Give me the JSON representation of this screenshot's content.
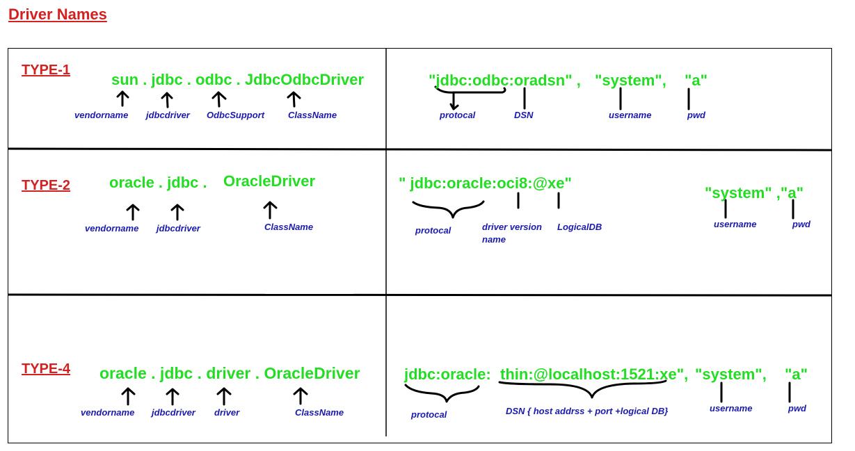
{
  "title": "Driver Names",
  "rows": [
    {
      "type_label": "TYPE-1",
      "driver_class": "sun . jdbc . odbc . JdbcOdbcDriver",
      "driver_parts": [
        "vendorname",
        "jdbcdriver",
        "OdbcSupport",
        "ClassName"
      ],
      "url": "\"jdbc:odbc:oradsn\"  ,",
      "user_value": "\"system\",",
      "pwd_value": "\"a\"",
      "url_parts": [
        "protocal",
        "DSN",
        "username",
        "pwd"
      ]
    },
    {
      "type_label": "TYPE-2",
      "driver_class_a": "oracle . jdbc .",
      "driver_class_b": "OracleDriver",
      "driver_parts": [
        "vendorname",
        "jdbcdriver",
        "ClassName"
      ],
      "url": "\" jdbc:oracle:oci8:@xe\"",
      "credentials": "\"system\" ,\"a\"",
      "url_parts": [
        "protocal",
        "driver version",
        "name",
        "LogicalDB",
        "username",
        "pwd"
      ]
    },
    {
      "type_label": "TYPE-4",
      "driver_class": "oracle . jdbc . driver . OracleDriver",
      "driver_parts": [
        "vendorname",
        "jdbcdriver",
        "driver",
        "ClassName"
      ],
      "url_a": "jdbc:oracle:",
      "url_b": "thin:@localhost:1521:xe\",",
      "user_value": "\"system\",",
      "pwd_value": "\"a\"",
      "url_parts": [
        "protocal",
        "DSN {  host addrss + port +logical DB}",
        "username",
        "pwd"
      ]
    }
  ],
  "colors": {
    "title": "#d42020",
    "code": "#22dd22",
    "label": "#1a1ab0",
    "ink": "#000000"
  }
}
